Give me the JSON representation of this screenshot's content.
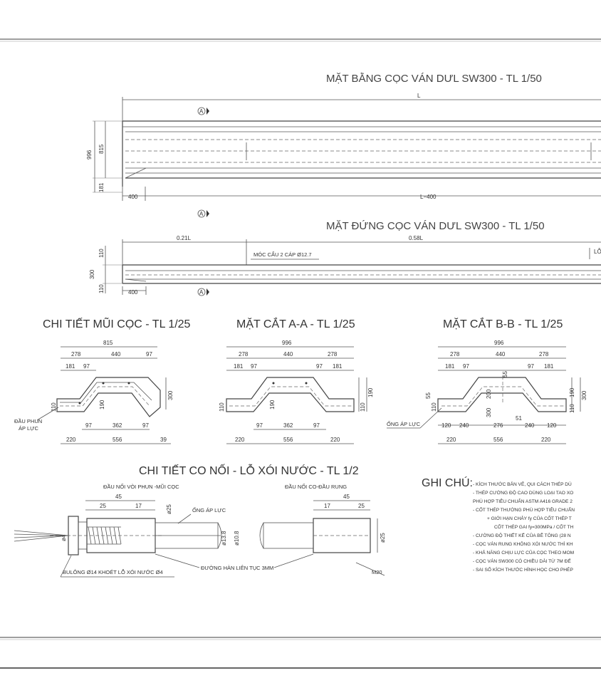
{
  "titles": {
    "plan": "MẶT BẰNG CỌC VÁN DƯL SW300 - TL  1/50",
    "elevation": "MẶT ĐỨNG CỌC VÁN DƯL SW300 - TL  1/50",
    "tip_detail": "CHI TIẾT MŨI CỌC - TL 1/25",
    "section_aa": "MẶT CẮT A-A - TL 1/25",
    "section_bb": "MẶT CẮT B-B - TL 1/25",
    "joint_detail": "CHI TIẾT CO NỐI - LỖ XÓI NƯỚC - TL 1/2"
  },
  "plan": {
    "dim_L": "L",
    "dim_996": "996",
    "dim_815": "815",
    "dim_181": "181",
    "dim_400": "400",
    "dim_L400": "L−400",
    "marker_a": "A"
  },
  "elevation": {
    "dim_021L": "0.21L",
    "dim_058L": "0.58L",
    "dim_110a": "110",
    "dim_300": "300",
    "dim_110b": "110",
    "dim_400": "400",
    "hook_label": "MÓC CẨU 2 CÁP Ø12.7",
    "marker_a": "A",
    "cut_label": "LỖ"
  },
  "tip": {
    "w815": "815",
    "d278": "278",
    "d440": "440",
    "d97a": "97",
    "d181": "181",
    "d97b": "97",
    "d300": "300",
    "d110": "110",
    "d190": "190",
    "d97c": "97",
    "d362": "362",
    "d97d": "97",
    "d220": "220",
    "d556": "556",
    "d39": "39",
    "nozzle_label1": "ĐẦU PHUN",
    "nozzle_label2": "ÁP LỰC"
  },
  "aa": {
    "w996": "996",
    "d278a": "278",
    "d440": "440",
    "d278b": "278",
    "d181a": "181",
    "d97a": "97",
    "d97b": "97",
    "d181b": "181",
    "d110a": "110",
    "d190a": "190",
    "d110b": "110",
    "d190b": "190",
    "d97c": "97",
    "d362": "362",
    "d97d": "97",
    "d220a": "220",
    "d556": "556",
    "d220b": "220"
  },
  "bb": {
    "w996": "996",
    "d278a": "278",
    "d440": "440",
    "d278b": "278",
    "d181a": "181",
    "d97a": "97",
    "d97b": "97",
    "d181b": "181",
    "d55a": "55",
    "d55b": "55",
    "d110": "110",
    "d200": "200",
    "d300a": "300",
    "d190": "190",
    "d110b": "110",
    "d300b": "300",
    "d51": "51",
    "d120a": "120",
    "d240a": "240",
    "d276": "276",
    "d240b": "240",
    "d120b": "120",
    "d220a": "220",
    "d556": "556",
    "d220b": "220",
    "pipe_label": "ỐNG ÁP LỰC"
  },
  "joint": {
    "left_head": "ĐẦU NỐI VÒI PHUN -MŨI CỌC",
    "right_head": "ĐẦU NỐI CO-ĐẦU RUNG",
    "d45a": "45",
    "d25a": "25",
    "d17a": "17",
    "d25b": "ø25",
    "d4": "ø4",
    "d138": "ø13.8",
    "d108": "ø10.8",
    "d45b": "45",
    "d17b": "17",
    "d25c": "25",
    "d25d": "ø25",
    "pipe_label": "ỐNG ÁP LỰC",
    "bolt_label": "BULÔNG Ø14 KHOÉT LỖ XÓI NƯỚC Ø4",
    "weld_label": "ĐƯỜNG HÀN LIÊN TỤC 3MM",
    "m20": "M20"
  },
  "notes": {
    "heading": "GHI CHÚ:",
    "lines": [
      "- KÍCH THƯỚC BẢN VẼ, QUI CÁCH THÉP DÙ",
      "- THÉP CƯỜNG ĐỘ CAO DÙNG LOẠI TAO XO",
      "PHÙ HỢP TIÊU CHUẨN ASTM A416 GRADE 2",
      "- CỐT THÉP THƯỜNG PHÙ HỢP TIÊU CHUẨN",
      "+ GIỚI HẠN CHẢY fy CỦA CỐT THÉP T",
      "CỐT THÉP GAI fy=300MPa / CỐT TH",
      "- CƯỜNG ĐỘ THIẾT KẾ CỦA BÊ TÔNG (28 N",
      "- CỌC VÁN RUNG KHÔNG XÓI NƯỚC THÌ KH",
      "- KHẢ NĂNG CHỊU LỰC CỦA CỌC THEO MOM",
      "- CỌC VÁN SW300 CÓ CHIỀU DÀI TỪ 7M ĐẾ",
      "- SAI SỐ KÍCH THƯỚC HÌNH HỌC CHO PHÉP"
    ]
  }
}
